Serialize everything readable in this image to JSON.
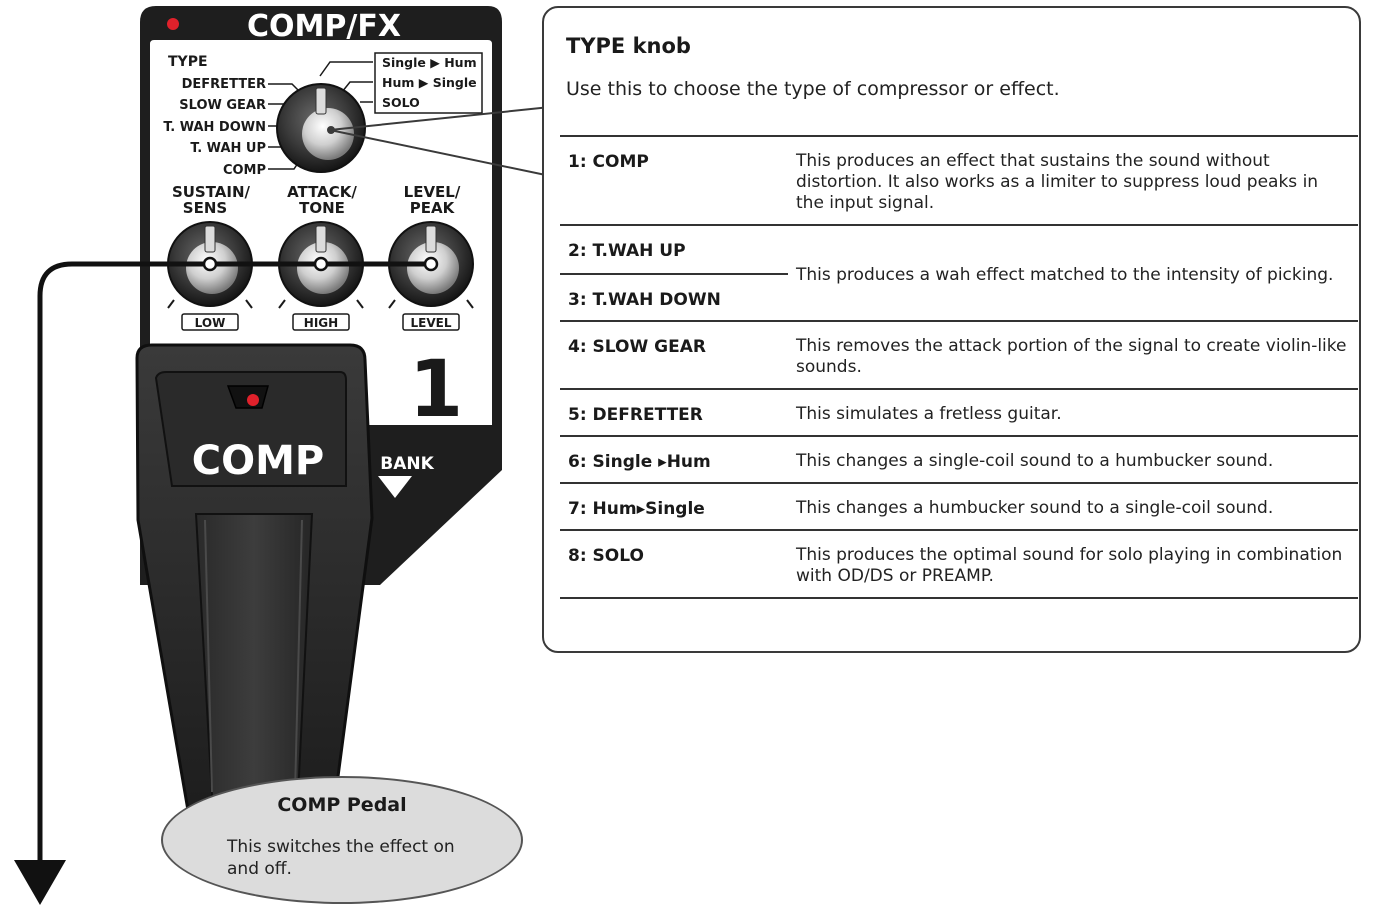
{
  "panel": {
    "title": "COMP/FX",
    "type_label": "TYPE",
    "left_types": [
      "DEFRETTER",
      "SLOW GEAR",
      "T. WAH DOWN",
      "T. WAH UP",
      "COMP"
    ],
    "right_types": [
      "Single ▶ Hum",
      "Hum ▶ Single",
      "SOLO"
    ],
    "knobs": [
      {
        "label1": "SUSTAIN/",
        "label2": "SENS",
        "sub": "LOW"
      },
      {
        "label1": "ATTACK/",
        "label2": "TONE",
        "sub": "HIGH"
      },
      {
        "label1": "LEVEL/",
        "label2": "PEAK",
        "sub": "LEVEL"
      }
    ],
    "bank_number": "1",
    "pedal_label": "COMP",
    "bank_label": "BANK"
  },
  "info": {
    "title": "TYPE knob",
    "subtitle": "Use this to choose the type of compressor or effect.",
    "rows": [
      {
        "key": "1: COMP",
        "value": "This produces an effect that sustains the sound without distortion. It also works as a limiter to suppress loud peaks in the input signal."
      },
      {
        "key": "2: T.WAH UP",
        "value": "This produces a wah effect matched to the intensity of picking."
      },
      {
        "key": "3: T.WAH DOWN",
        "value": ""
      },
      {
        "key": "4: SLOW GEAR",
        "value": "This removes the attack portion of the signal to create violin-like sounds."
      },
      {
        "key": "5: DEFRETTER",
        "value": "This simulates a fretless guitar."
      },
      {
        "key": "6: Single ▸Hum",
        "value": "This changes a single-coil sound to a humbucker sound."
      },
      {
        "key": "7: Hum▸Single",
        "value": "This changes a humbucker sound to a single-coil sound."
      },
      {
        "key": "8: SOLO",
        "value": "This produces the optimal sound for solo playing in combination with OD/DS or PREAMP."
      }
    ]
  },
  "pedal_callout": {
    "title": "COMP Pedal",
    "text": "This switches the effect on and off."
  },
  "colors": {
    "panel": "#1e1e1e",
    "led": "#e0212b",
    "callout_fill": "#dcdcdc"
  }
}
